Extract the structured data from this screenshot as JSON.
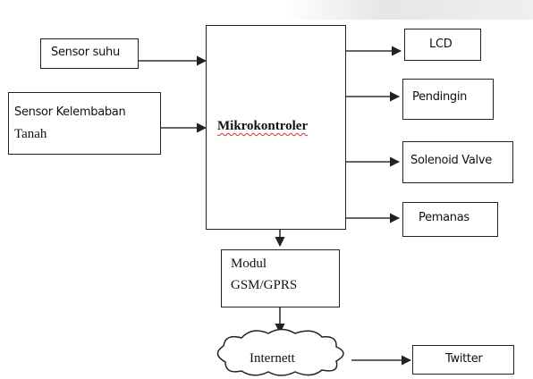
{
  "diagram": {
    "inputs": {
      "temp_sensor": "Sensor suhu",
      "moisture_sensor_line1": "Sensor Kelembaban",
      "moisture_sensor_line2": "Tanah"
    },
    "controller": "Mikrokontroler",
    "outputs": {
      "lcd": "LCD",
      "cooler": "Pendingin",
      "solenoid": "Solenoid Valve",
      "heater": "Pemanas"
    },
    "gsm_module": {
      "line1": "Modul",
      "line2": "GSM/GPRS"
    },
    "internet": "Internett",
    "twitter": "Twitter"
  }
}
